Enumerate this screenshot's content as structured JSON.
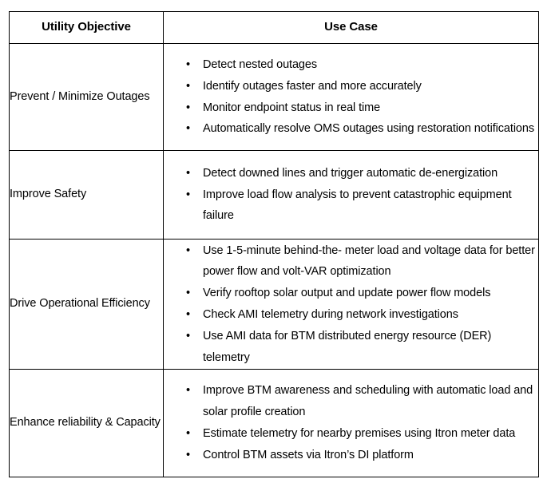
{
  "document": {
    "title": "Utility Objective / Use Case table",
    "background_color": "#ffffff",
    "text_color": "#000000",
    "border_color": "#000000"
  },
  "table": {
    "columns": [
      {
        "key": "objective",
        "header": "Utility Objective"
      },
      {
        "key": "use_case",
        "header": "Use Case"
      }
    ],
    "bullet_glyph": "•",
    "rows": [
      {
        "objective": "Prevent / Minimize Outages",
        "use_cases": [
          "Detect nested outages",
          "Identify outages faster and more accurately",
          "Monitor endpoint status in real time",
          "Automatically resolve OMS outages using restoration notifications"
        ]
      },
      {
        "objective": "Improve Safety",
        "use_cases": [
          "Detect downed lines and trigger automatic de-energization",
          "Improve load flow analysis to prevent catastrophic equipment failure"
        ]
      },
      {
        "objective": "Drive Operational Efficiency",
        "use_cases": [
          "Use 1-5-minute behind-the- meter load and voltage data for better power flow and volt-VAR optimization",
          "Verify rooftop solar output and update power flow models",
          "Check AMI telemetry during network investigations",
          "Use AMI data for BTM distributed energy resource (DER) telemetry"
        ]
      },
      {
        "objective": "Enhance reliability & Capacity",
        "use_cases": [
          "Improve BTM awareness and scheduling with automatic load and solar profile creation",
          "Estimate telemetry for nearby premises using Itron meter data",
          "Control BTM assets via Itron’s DI platform"
        ]
      }
    ]
  }
}
